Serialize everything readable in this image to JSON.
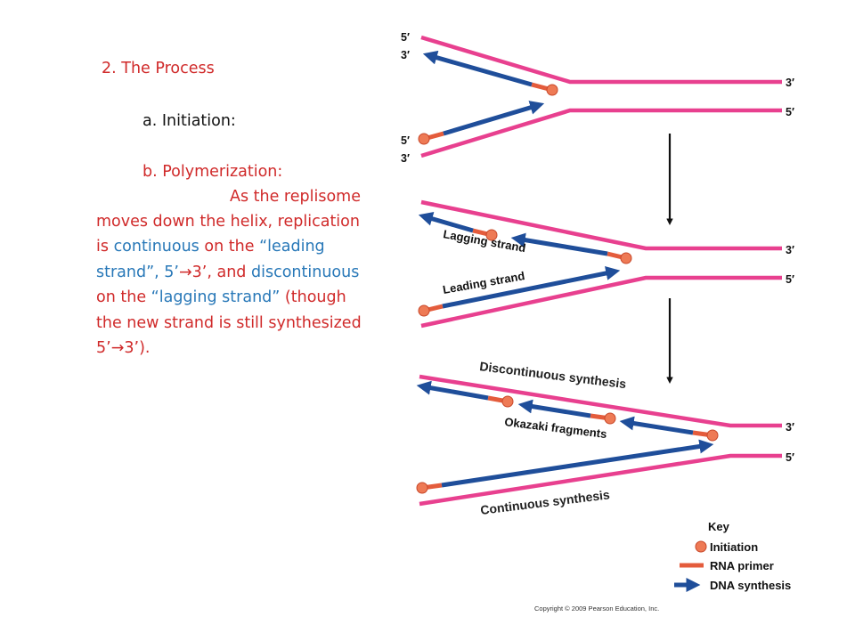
{
  "slide": {
    "heading": "2. The Process",
    "initiation": "a. Initiation:",
    "polymerization": "b. Polymerization:",
    "body": {
      "l1": "As the replisome",
      "l2": "moves down the helix, replication",
      "l3_is": "is",
      "l3_continuous": "continuous",
      "l3_on_the": "on the",
      "l3_leading": "“leading",
      "l4_strand": "strand”, 5’",
      "l4_arrow": "→",
      "l4_3prime": "3’, and",
      "l4_discontinuous": "discontinuous",
      "l5_on_the": "on the",
      "l5_lagging": "“lagging strand”",
      "l5_though": "(though",
      "l6": "the new strand is still synthesized",
      "l7_5": "5’",
      "l7_arrow": "→",
      "l7_end": "3’)."
    }
  },
  "figure": {
    "panel1": {
      "top_left_5": "5′",
      "top_left_3": "3′",
      "bottom_left_5": "5′",
      "bottom_left_3": "3′",
      "right_top": "3′",
      "right_bottom": "5′"
    },
    "panel2": {
      "lagging": "Lagging strand",
      "leading": "Leading strand",
      "right_top": "3′",
      "right_bottom": "5′"
    },
    "panel3": {
      "discontinuous": "Discontinuous synthesis",
      "okazaki": "Okazaki fragments",
      "continuous": "Continuous synthesis",
      "right_top": "3′",
      "right_bottom": "5′"
    },
    "key": {
      "title": "Key",
      "initiation": "Initiation",
      "rna_primer": "RNA primer",
      "dna_synthesis": "DNA synthesis"
    },
    "copyright": "Copyright © 2009 Pearson Education, Inc."
  },
  "colors": {
    "parental_strand": "#e8408f",
    "new_dna": "#1f4e9a",
    "rna_primer": "#e45c3c",
    "initiation_dot": "#ee7a55",
    "body_red": "#d02a2a",
    "body_blue": "#2878b8"
  }
}
